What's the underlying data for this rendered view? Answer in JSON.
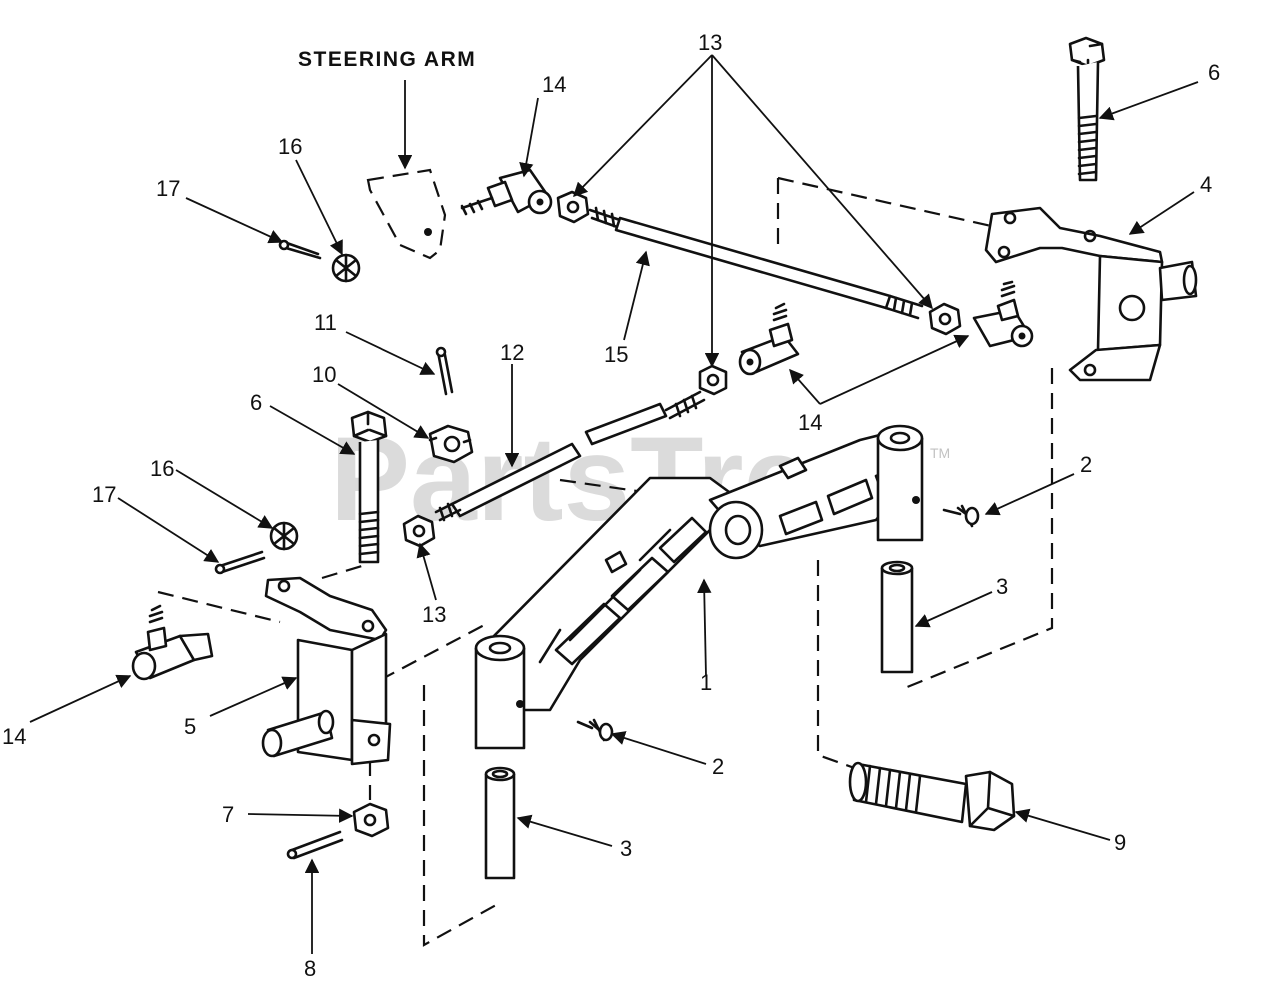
{
  "title": "STEERING ARM",
  "watermark": "PartsTree",
  "trademark": "TM",
  "callouts": {
    "c1": "1",
    "c2a": "2",
    "c2b": "2",
    "c3a": "3",
    "c3b": "3",
    "c4": "4",
    "c5": "5",
    "c6a": "6",
    "c6b": "6",
    "c7": "7",
    "c8": "8",
    "c9": "9",
    "c10": "10",
    "c11": "11",
    "c12": "12",
    "c13a": "13",
    "c13b": "13",
    "c14a": "14",
    "c14b": "14",
    "c14c": "14",
    "c15": "15",
    "c16a": "16",
    "c16b": "16",
    "c17a": "17",
    "c17b": "17"
  }
}
